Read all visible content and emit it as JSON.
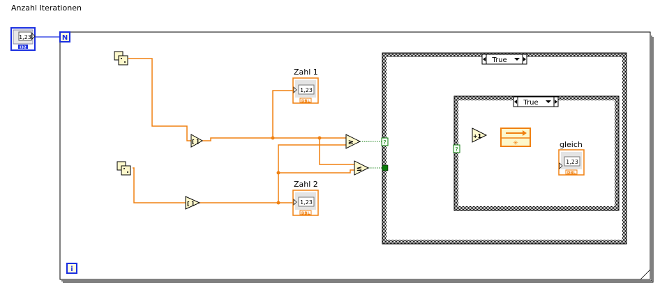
{
  "diagram": {
    "type": "LabVIEW block diagram",
    "control_label": "Anzahl Iterationen",
    "control_type": "I32",
    "control_display": "1,23",
    "for_loop": {
      "count_terminal": "N",
      "iteration_terminal": "i"
    },
    "indicators": [
      {
        "label": "Zahl 1",
        "type": "DBL",
        "display": "1,23"
      },
      {
        "label": "Zahl 2",
        "type": "DBL",
        "display": "1,23"
      },
      {
        "label": "gleich",
        "type": "DBL",
        "display": "1,23"
      }
    ],
    "case_structures": [
      {
        "selector": "True"
      },
      {
        "selector": "True"
      }
    ],
    "nodes": {
      "round_1": "[ ]",
      "round_2": "[ ]",
      "greater_equal": "≥",
      "less_equal": "≤",
      "increment": "+1",
      "case_selector_icon": "?"
    },
    "colors": {
      "wire_double": "#f08010",
      "wire_bool": "#0a7a0a",
      "structure_border": "#000000",
      "node_fill": "#fdf8cc",
      "terminal_blue": "#1a2fe0"
    }
  }
}
